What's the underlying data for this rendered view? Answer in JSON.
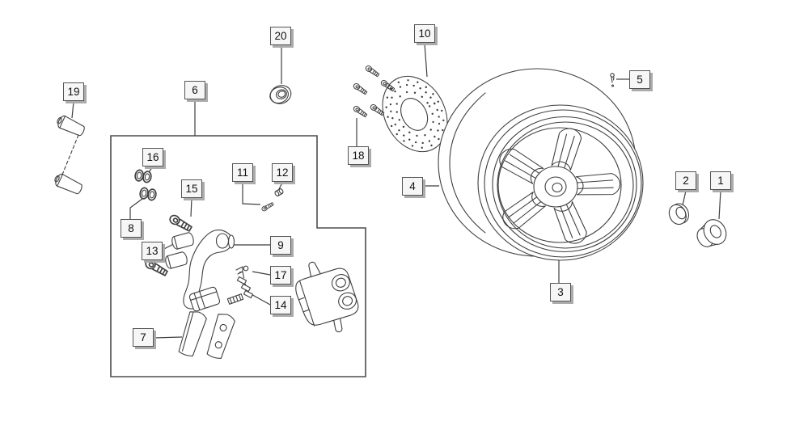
{
  "styles": {
    "page_bg": "#ffffff",
    "line_color": "#3f3f3f",
    "callout_bg": "#f6f6f6",
    "callout_border": "#555555",
    "callout_shadow": "#ababab",
    "callout_text": "#111111"
  },
  "callouts": [
    {
      "label": "1"
    },
    {
      "label": "2"
    },
    {
      "label": "3"
    },
    {
      "label": "4"
    },
    {
      "label": "5"
    },
    {
      "label": "6"
    },
    {
      "label": "7"
    },
    {
      "label": "8"
    },
    {
      "label": "9"
    },
    {
      "label": "10"
    },
    {
      "label": "11"
    },
    {
      "label": "12"
    },
    {
      "label": "13"
    },
    {
      "label": "14"
    },
    {
      "label": "15"
    },
    {
      "label": "16"
    },
    {
      "label": "17"
    },
    {
      "label": "18"
    },
    {
      "label": "19"
    },
    {
      "label": "20"
    }
  ]
}
